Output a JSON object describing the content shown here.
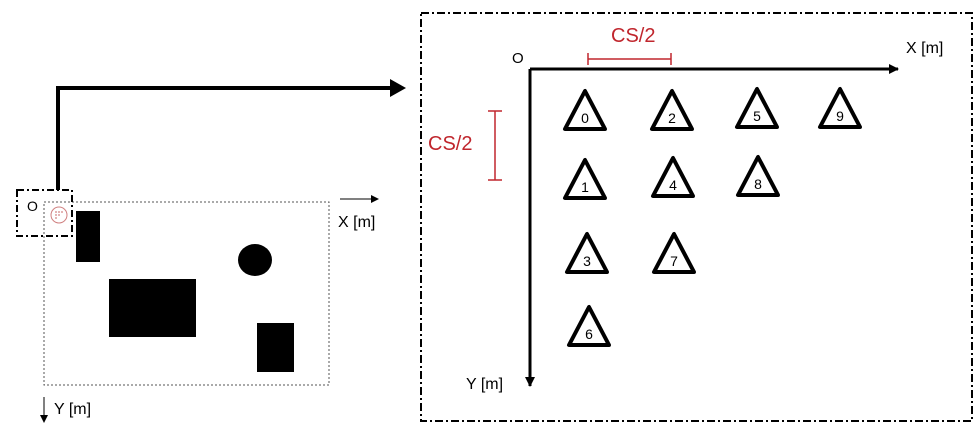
{
  "overview": {
    "origin_label": "O",
    "x_axis_label": "X [m]",
    "y_axis_label": "Y [m]"
  },
  "zoom": {
    "origin_label": "O",
    "x_axis_label": "X [m]",
    "y_axis_label": "Y [m]",
    "cs_horizontal_label": "CS/2",
    "cs_vertical_label": "CS/2",
    "markers": [
      {
        "label": "0"
      },
      {
        "label": "1"
      },
      {
        "label": "2"
      },
      {
        "label": "3"
      },
      {
        "label": "4"
      },
      {
        "label": "5"
      },
      {
        "label": "6"
      },
      {
        "label": "7"
      },
      {
        "label": "8"
      },
      {
        "label": "9"
      }
    ]
  },
  "colors": {
    "annotation": "#c0262d",
    "ink": "#000000"
  }
}
